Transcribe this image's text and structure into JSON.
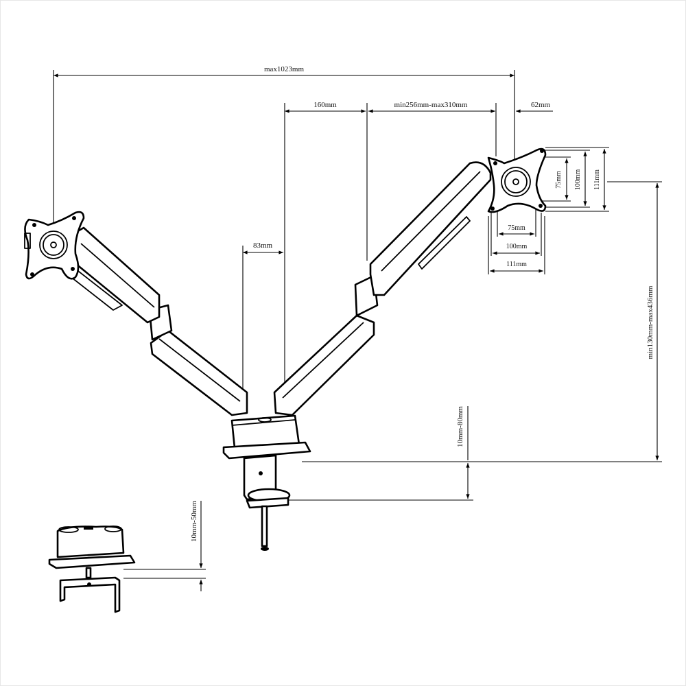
{
  "diagram": {
    "title": "Dual monitor arm dimension drawing",
    "colors": {
      "line": "#000000",
      "background": "#ffffff"
    },
    "dimensions": {
      "max_reach": "max1023mm",
      "pole_to_elbow": "160mm",
      "forearm_length": "min256mm-max310mm",
      "vesa_offset": "62mm",
      "pole_offset": "83mm",
      "height_range": "min130mm-max436mm",
      "desk_clamp_thickness": "10mm-80mm",
      "grommet_thickness": "10mm-50mm",
      "vesa_vertical": [
        "75mm",
        "100mm",
        "111mm"
      ],
      "vesa_horizontal": [
        "75mm",
        "100mm",
        "111mm"
      ]
    },
    "components": [
      "left-vesa-plate",
      "left-arm",
      "right-vesa-plate",
      "right-arm",
      "base",
      "desk-clamp",
      "grommet-mount"
    ]
  }
}
